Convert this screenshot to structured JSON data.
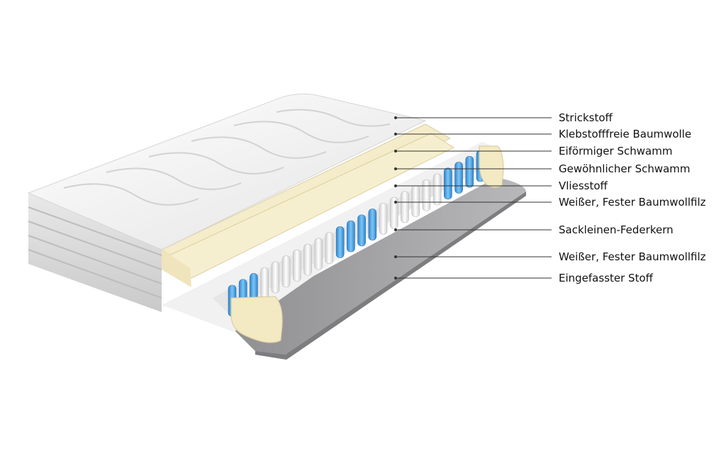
{
  "layers": [
    {
      "label": "Strickstoff"
    },
    {
      "label": "Klebstofffreie Baumwolle"
    },
    {
      "label": "Eiförmiger Schwamm"
    },
    {
      "label": "Gewöhnlicher Schwamm"
    },
    {
      "label": "Vliesstoff"
    },
    {
      "label": "Weißer, Fester Baumwollfilz"
    },
    {
      "label": "Sackleinen-Federkern"
    },
    {
      "label": "Weißer, Fester Baumwollfilz"
    },
    {
      "label": "Eingefasster Stoff"
    }
  ],
  "colors": {
    "quilt": "#f2f2f2",
    "foam_yellow": "#f4eccb",
    "spring_blue": "#3a9be0",
    "spring_white": "#e8e8e8",
    "base_grey": "#a9a9ab",
    "leader_line": "#333333"
  }
}
